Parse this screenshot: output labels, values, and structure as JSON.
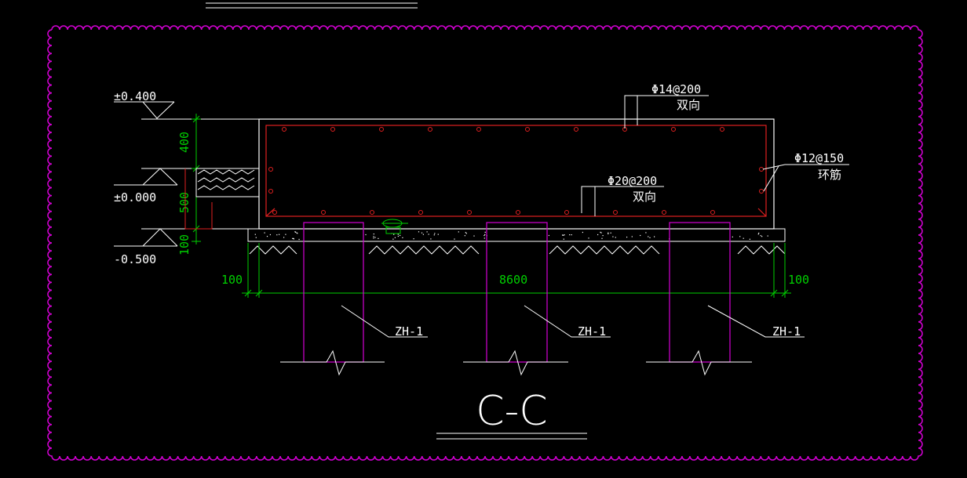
{
  "colors": {
    "background": "#000000",
    "cloud": "#d400d4",
    "outline": "#ffffff",
    "rebar": "#e02020",
    "dimension": "#00d000",
    "pile": "#d400d4",
    "text": "#ffffff"
  },
  "elevations": {
    "top": "±0.400",
    "ground": "±0.000",
    "bottom": "-0.500"
  },
  "dimensions": {
    "upper": "400",
    "middle": "500",
    "lower": "100",
    "left_offset": "100",
    "span": "8600",
    "right_offset": "100"
  },
  "rebar_labels": {
    "top_bars": "Φ14@200",
    "top_bars_note": "双向",
    "side_bars": "Φ12@150",
    "side_bars_note": "环筋",
    "bottom_bars": "Φ20@200",
    "bottom_bars_note": "双向"
  },
  "piles": [
    {
      "label": "ZH-1"
    },
    {
      "label": "ZH-1"
    },
    {
      "label": "ZH-1"
    }
  ],
  "section_title": "C-C"
}
